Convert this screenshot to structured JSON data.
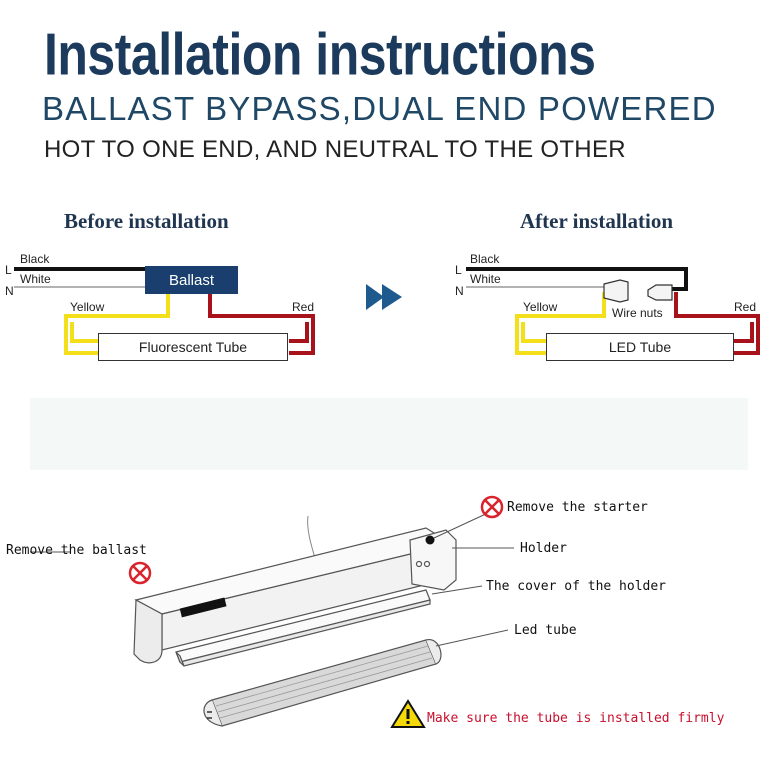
{
  "header": {
    "title": "Installation instructions",
    "subtitle": "BALLAST BYPASS,DUAL END POWERED",
    "tagline": "HOT TO ONE END, AND NEUTRAL TO THE OTHER"
  },
  "before": {
    "heading": "Before installation",
    "wire_black": "Black",
    "wire_white": "White",
    "label_l": "L",
    "label_n": "N",
    "ballast": "Ballast",
    "wire_yellow": "Yellow",
    "wire_red": "Red",
    "tube": "Fluorescent Tube"
  },
  "after": {
    "heading": "After installation",
    "wire_black": "Black",
    "wire_white": "White",
    "label_l": "L",
    "label_n": "N",
    "wire_yellow": "Yellow",
    "wire_red": "Red",
    "wire_nuts": "Wire nuts",
    "tube": "LED Tube"
  },
  "fixture": {
    "remove_ballast": "Remove the ballast",
    "remove_starter": "Remove the starter",
    "holder": "Holder",
    "cover": "The cover of the holder",
    "led_tube": "Led tube",
    "warning": "Make sure the tube is installed firmly"
  },
  "colors": {
    "title": "#1c3a5c",
    "ballast": "#1a3e6e",
    "arrow": "#1f5a8f",
    "wire_black": "#111111",
    "wire_yellow": "#f3e01a",
    "wire_red": "#a8121a",
    "warning_text": "#c8102e",
    "no_icon": "#d9232d"
  },
  "icons": [
    "double-arrow-right-icon",
    "arrow-down-icon",
    "no-symbol-icon",
    "warning-triangle-icon"
  ]
}
